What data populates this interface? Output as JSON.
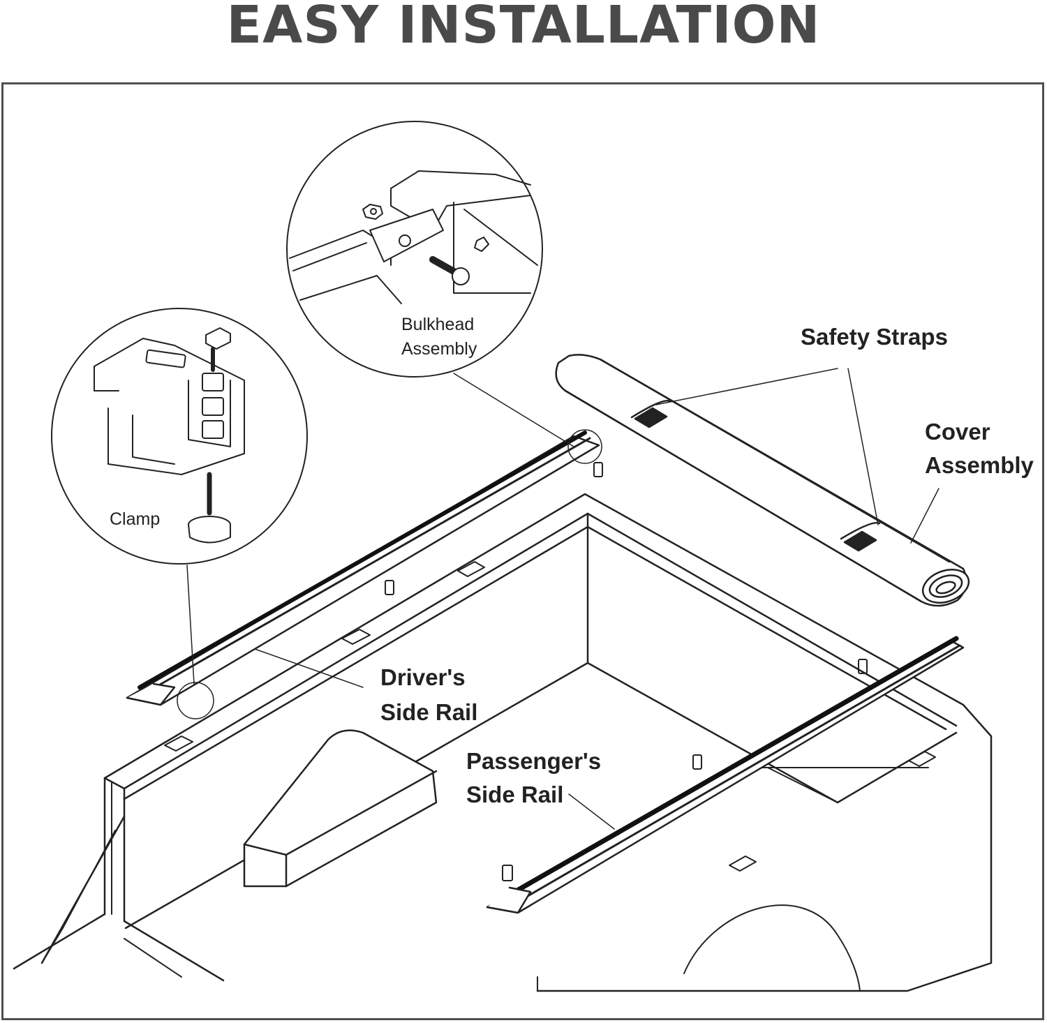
{
  "title": "EASY INSTALLATION",
  "labels": {
    "bulkhead_line1": "Bulkhead",
    "bulkhead_line2": "Assembly",
    "clamp": "Clamp",
    "safety_straps": "Safety Straps",
    "cover_line1": "Cover",
    "cover_line2": "Assembly",
    "driver_line1": "Driver's",
    "driver_line2": "Side Rail",
    "passenger_line1": "Passenger's",
    "passenger_line2": "Side Rail"
  },
  "colors": {
    "ink": "#222222",
    "title": "#4a4a4a",
    "frame": "#4f4f4f"
  }
}
